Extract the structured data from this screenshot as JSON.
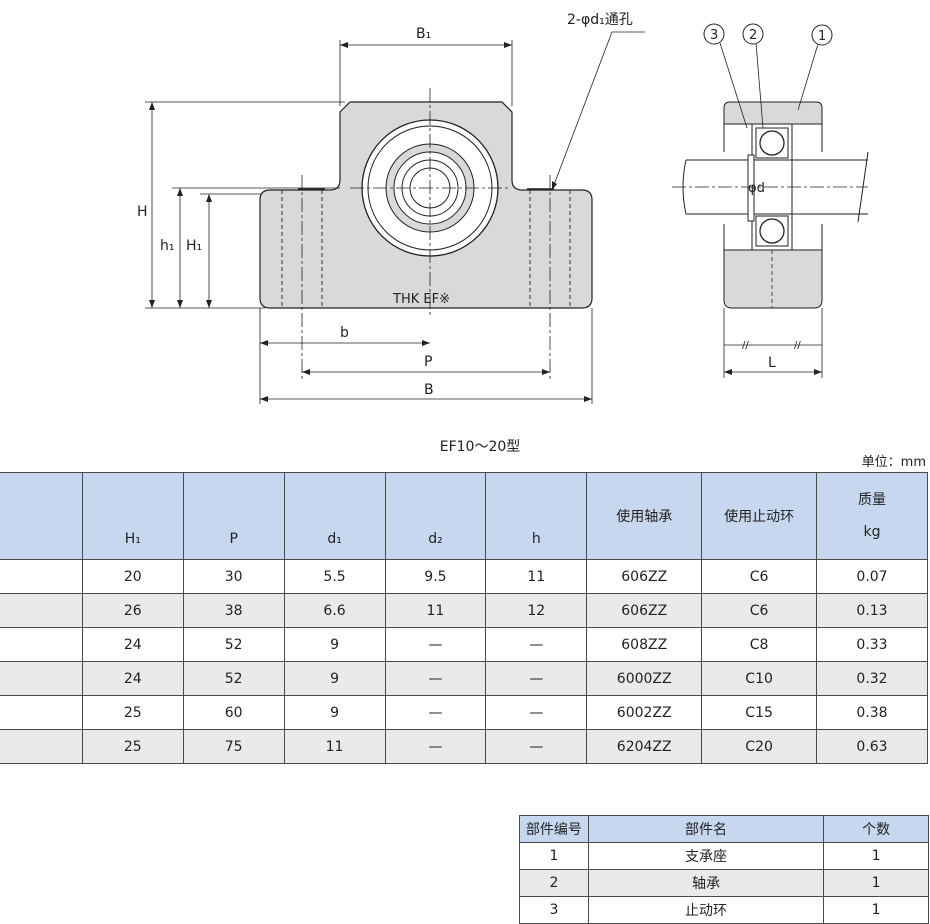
{
  "drawing": {
    "labels": {
      "b1": "B₁",
      "holes": "2-φd₁通孔",
      "h": "H",
      "h1": "h₁",
      "h1_cap": "H₁",
      "b": "b",
      "p": "P",
      "b_cap": "B",
      "marking": "THK EF※",
      "phi_d": "φd",
      "l": "L",
      "part1": "1",
      "part2": "2",
      "part3": "3",
      "slash": "//"
    }
  },
  "caption": "EF10～20型",
  "unit": "单位：mm",
  "spec_table": {
    "headers": [
      "",
      "H₁",
      "P",
      "d₁",
      "d₂",
      "h",
      "使用轴承",
      "使用止动环",
      "质量",
      "kg"
    ],
    "rows": [
      [
        "",
        "20",
        "30",
        "5.5",
        "9.5",
        "11",
        "606ZZ",
        "C6",
        "0.07"
      ],
      [
        "",
        "26",
        "38",
        "6.6",
        "11",
        "12",
        "606ZZ",
        "C6",
        "0.13"
      ],
      [
        "",
        "24",
        "52",
        "9",
        "—",
        "—",
        "608ZZ",
        "C8",
        "0.33"
      ],
      [
        "",
        "24",
        "52",
        "9",
        "—",
        "—",
        "6000ZZ",
        "C10",
        "0.32"
      ],
      [
        "",
        "25",
        "60",
        "9",
        "—",
        "—",
        "6002ZZ",
        "C15",
        "0.38"
      ],
      [
        "",
        "25",
        "75",
        "11",
        "—",
        "—",
        "6204ZZ",
        "C20",
        "0.63"
      ]
    ]
  },
  "parts_table": {
    "headers": [
      "部件编号",
      "部件名",
      "个数"
    ],
    "rows": [
      [
        "1",
        "支承座",
        "1"
      ],
      [
        "2",
        "轴承",
        "1"
      ],
      [
        "3",
        "止动环",
        "1"
      ]
    ]
  },
  "colors": {
    "header_bg": "#c6d7ef",
    "alt_row_bg": "#eaeaea",
    "part_fill": "#d9d9d9",
    "line": "#222222"
  }
}
